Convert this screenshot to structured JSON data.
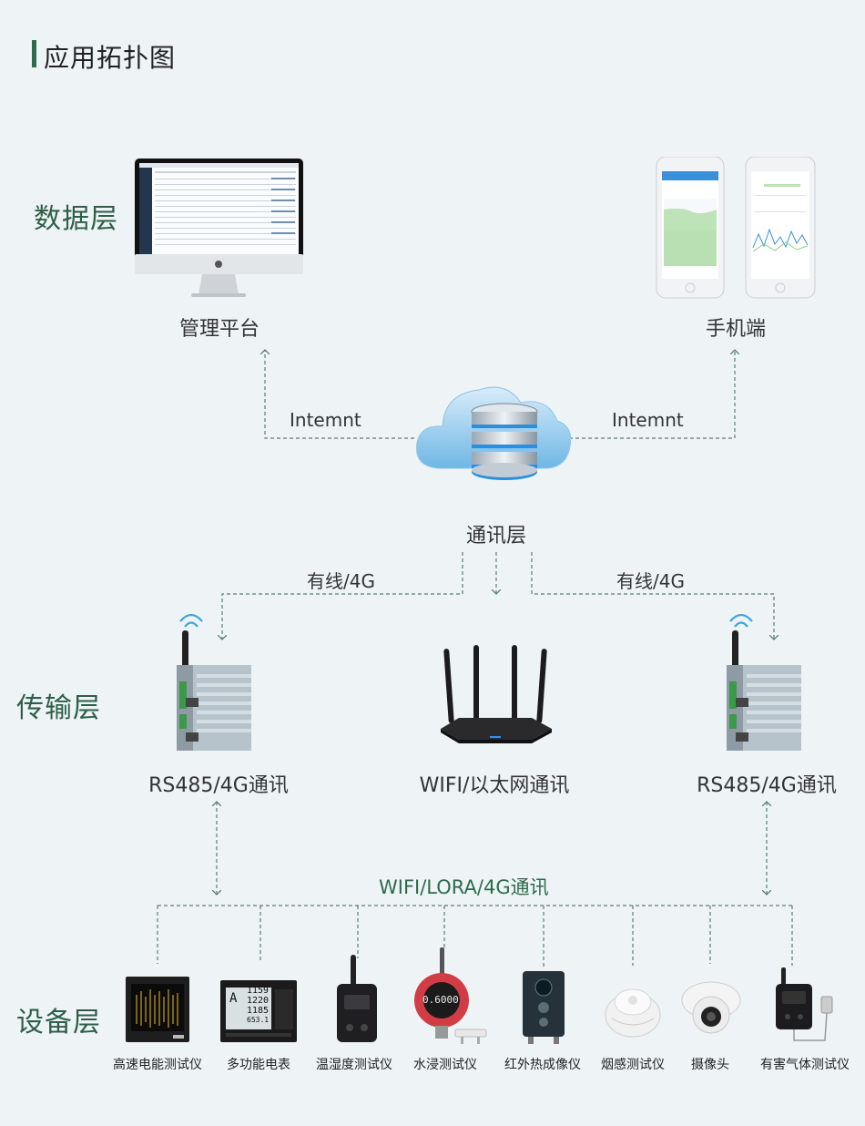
{
  "title": "应用拓扑图",
  "layers": {
    "data": "数据层",
    "transport": "传输层",
    "device": "设备层"
  },
  "data_layer": {
    "platform_label": "管理平台",
    "mobile_label": "手机端"
  },
  "cloud": {
    "label": "通讯层",
    "left_link": "Intemnt",
    "right_link": "Intemnt"
  },
  "transport": {
    "left_link": "有线/4G",
    "right_link": "有线/4G",
    "left_gateway": "RS485/4G通讯",
    "router": "WIFI/以太网通讯",
    "right_gateway": "RS485/4G通讯",
    "bus_label": "WIFI/LORA/4G通讯"
  },
  "devices": [
    "高速电能测试仪",
    "多功能电表",
    "温湿度测试仪",
    "水浸测试仪",
    "红外热成像仪",
    "烟感测试仪",
    "摄像头",
    "有害气体测试仪"
  ],
  "meter_readings": [
    "1159",
    "1220",
    "1185",
    "653.1"
  ],
  "water_sensor_reading": "0.6000",
  "colors": {
    "accent": "#2d6b4d",
    "background": "#eef3f6",
    "dashed_line": "#5a7f73"
  }
}
